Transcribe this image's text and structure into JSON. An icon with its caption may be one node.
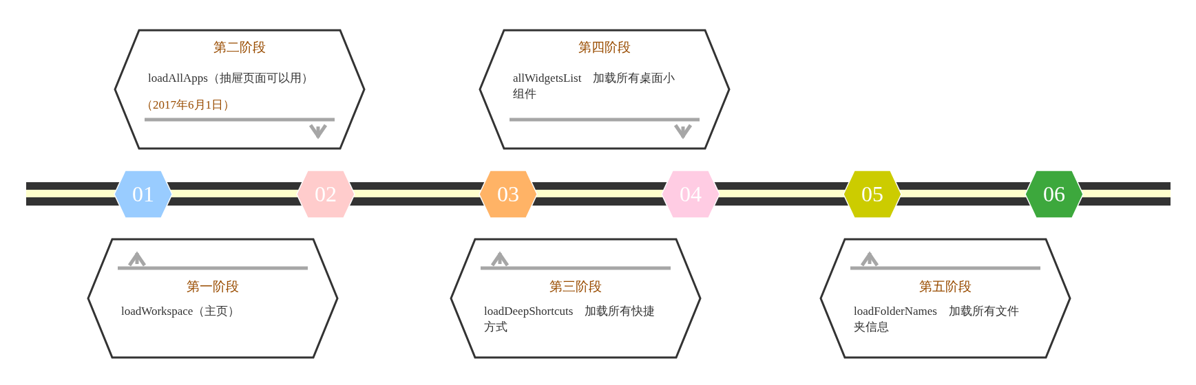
{
  "diagram": {
    "nodes": [
      {
        "text": [
          "第二阶段",
          "loadAllApps（抽屉页面可以用）",
          "（2017年6月1日）"
        ]
      },
      {
        "text": [
          "第四阶段",
          "allWidgetsList　加载所有桌面小组件"
        ]
      },
      {
        "text": [
          "01"
        ]
      },
      {
        "text": [
          "02"
        ]
      },
      {
        "text": [
          "03"
        ]
      },
      {
        "text": [
          "04"
        ]
      },
      {
        "text": [
          "05"
        ]
      },
      {
        "text": [
          "06"
        ]
      },
      {
        "text": [
          "第一阶段",
          "loadWorkspace（主页）"
        ]
      },
      {
        "text": [
          "第三阶段",
          "loadDeepShortcuts　加载所有快捷方式"
        ]
      },
      {
        "text": [
          "第五阶段",
          "loadFolderNames　加载所有文件夹信息"
        ]
      }
    ]
  }
}
